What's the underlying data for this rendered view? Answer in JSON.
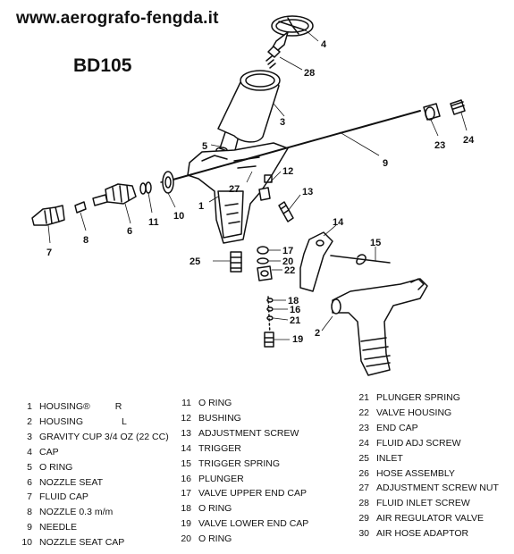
{
  "header": {
    "url": "www.aerografo-fengda.it",
    "model": "BD105"
  },
  "callouts": [
    "4",
    "28",
    "3",
    "5",
    "9",
    "23",
    "24",
    "12",
    "27",
    "13",
    "1",
    "11",
    "10",
    "6",
    "8",
    "7",
    "14",
    "15",
    "17",
    "20",
    "22",
    "25",
    "18",
    "16",
    "21",
    "19",
    "2"
  ],
  "parts_list": {
    "col1": [
      {
        "num": "1",
        "name": "HOUSING®",
        "suffix": "R"
      },
      {
        "num": "2",
        "name": "HOUSING",
        "suffix": "L"
      },
      {
        "num": "3",
        "name": "GRAVITY CUP 3/4 OZ (22 CC)",
        "suffix": ""
      },
      {
        "num": "4",
        "name": "CAP",
        "suffix": ""
      },
      {
        "num": "5",
        "name": "O RING",
        "suffix": ""
      },
      {
        "num": "6",
        "name": "NOZZLE SEAT",
        "suffix": ""
      },
      {
        "num": "7",
        "name": "FLUID CAP",
        "suffix": ""
      },
      {
        "num": "8",
        "name": "NOZZLE 0.3 m/m",
        "suffix": ""
      },
      {
        "num": "9",
        "name": "NEEDLE",
        "suffix": ""
      },
      {
        "num": "10",
        "name": "NOZZLE SEAT CAP",
        "suffix": ""
      }
    ],
    "col2": [
      {
        "num": "11",
        "name": "O RING"
      },
      {
        "num": "12",
        "name": "BUSHING"
      },
      {
        "num": "13",
        "name": "ADJUSTMENT SCREW"
      },
      {
        "num": "14",
        "name": "TRIGGER"
      },
      {
        "num": "15",
        "name": "TRIGGER SPRING"
      },
      {
        "num": "16",
        "name": "PLUNGER"
      },
      {
        "num": "17",
        "name": "VALVE UPPER END CAP"
      },
      {
        "num": "18",
        "name": "O RING"
      },
      {
        "num": "19",
        "name": "VALVE LOWER END CAP"
      },
      {
        "num": "20",
        "name": "O RING"
      }
    ],
    "col3": [
      {
        "num": "21",
        "name": "PLUNGER SPRING"
      },
      {
        "num": "22",
        "name": "VALVE HOUSING"
      },
      {
        "num": "23",
        "name": "END CAP"
      },
      {
        "num": "24",
        "name": "FLUID ADJ SCREW"
      },
      {
        "num": "25",
        "name": "INLET"
      },
      {
        "num": "26",
        "name": "HOSE ASSEMBLY"
      },
      {
        "num": "27",
        "name": "ADJUSTMENT SCREW NUT"
      },
      {
        "num": "28",
        "name": "FLUID INLET SCREW"
      },
      {
        "num": "29",
        "name": "AIR REGULATOR VALVE"
      },
      {
        "num": "30",
        "name": "AIR HOSE ADAPTOR"
      }
    ]
  }
}
